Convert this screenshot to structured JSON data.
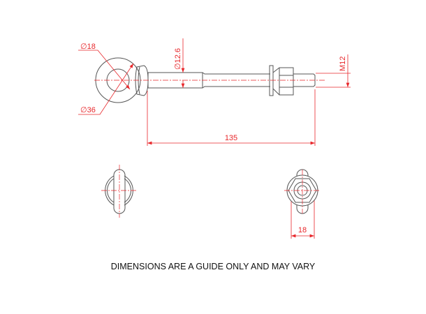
{
  "dimensions": {
    "eye_inner_diameter": "∅18",
    "eye_outer_diameter": "∅36",
    "shank_diameter": "∅12.6",
    "thread": "M12",
    "length": "135",
    "nut_width": "18"
  },
  "colors": {
    "dimension": "#e8262a",
    "outline": "#555555"
  },
  "note": "DIMENSIONS ARE A GUIDE ONLY AND MAY VARY"
}
